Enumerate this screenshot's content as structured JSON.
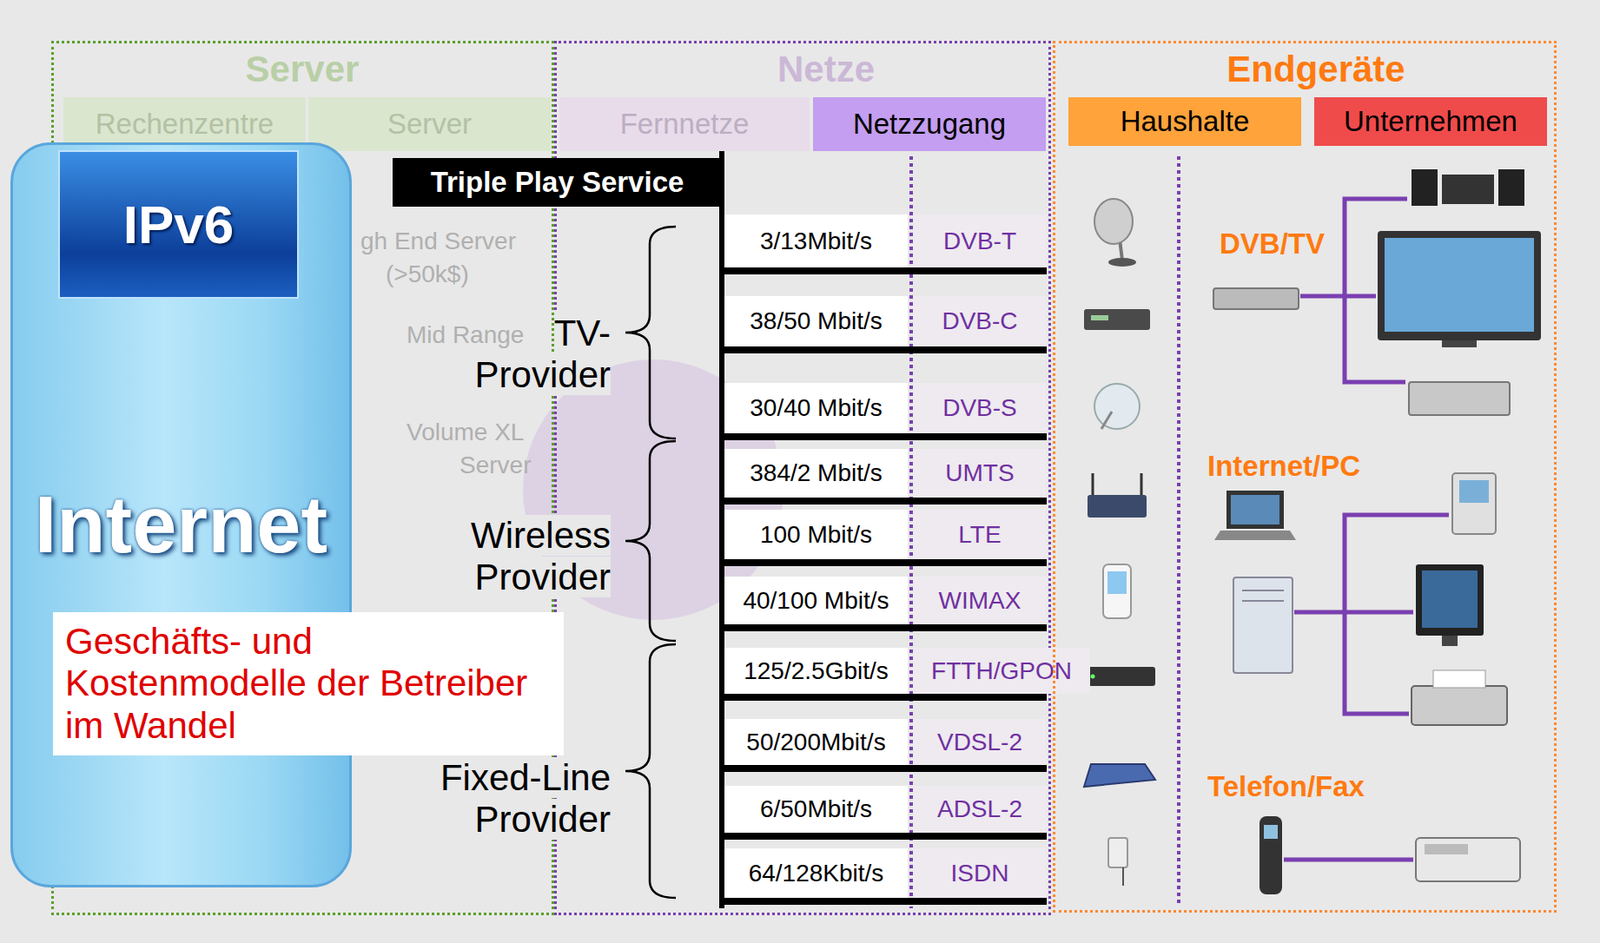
{
  "diagram": {
    "nodes": [
      {
        "text": [
          "Server"
        ]
      },
      {
        "text": [
          "Rechenzentre"
        ],
        "in": 0
      },
      {
        "text": [
          "Server"
        ],
        "in": 0
      },
      {
        "text": [
          "Netze"
        ]
      },
      {
        "text": [
          "Fernnetze"
        ],
        "in": 3
      },
      {
        "text": [
          "Netzzugang"
        ],
        "in": 3
      },
      {
        "text": [
          "Endgeräte"
        ]
      },
      {
        "text": [
          "Haushalte"
        ],
        "in": 6
      },
      {
        "text": [
          "Unternehmen"
        ],
        "in": 6
      },
      {
        "text": [
          "Internet"
        ]
      },
      {
        "text": [
          "IPv6"
        ],
        "in": 9
      },
      {
        "text": [
          "Triple Play Service"
        ]
      },
      {
        "text": [
          "3/13Mbit/s"
        ],
        "in": 3
      },
      {
        "text": [
          "DVB-T"
        ],
        "in": 3
      },
      {
        "text": [
          "38/50 Mbit/s"
        ],
        "in": 3
      },
      {
        "text": [
          "DVB-C"
        ],
        "in": 3
      },
      {
        "text": [
          "30/40 Mbit/s"
        ],
        "in": 3
      },
      {
        "text": [
          "DVB-S"
        ],
        "in": 3
      },
      {
        "text": [
          "384/2 Mbit/s"
        ],
        "in": 3
      },
      {
        "text": [
          "UMTS"
        ],
        "in": 3
      },
      {
        "text": [
          "100 Mbit/s"
        ],
        "in": 3
      },
      {
        "text": [
          "LTE"
        ],
        "in": 3
      },
      {
        "text": [
          "40/100 Mbit/s"
        ],
        "in": 3
      },
      {
        "text": [
          "WIMAX"
        ],
        "in": 3
      },
      {
        "text": [
          "125/2.5Gbit/s"
        ],
        "in": 3
      },
      {
        "text": [
          "FTTH/GPON"
        ],
        "in": 3
      },
      {
        "text": [
          "50/200Mbit/s"
        ],
        "in": 3
      },
      {
        "text": [
          "VDSL-2"
        ],
        "in": 3
      },
      {
        "text": [
          "6/50Mbit/s"
        ],
        "in": 3
      },
      {
        "text": [
          "ADSL-2"
        ],
        "in": 3
      },
      {
        "text": [
          "64/128Kbit/s"
        ],
        "in": 3
      },
      {
        "text": [
          "ISDN"
        ],
        "in": 3
      },
      {
        "text": [
          "Geschäfts- und Kostenmodelle der Betreiber im Wandel"
        ]
      }
    ],
    "labels": [
      "TV- Provider",
      "Wireless Provider",
      "Fixed-Line Provider",
      "DVB/TV",
      "Internet/PC",
      "Telefon/Fax",
      "gh End Server",
      "(>50k$)",
      "Mid Range",
      "Volume XL",
      "Server"
    ]
  }
}
